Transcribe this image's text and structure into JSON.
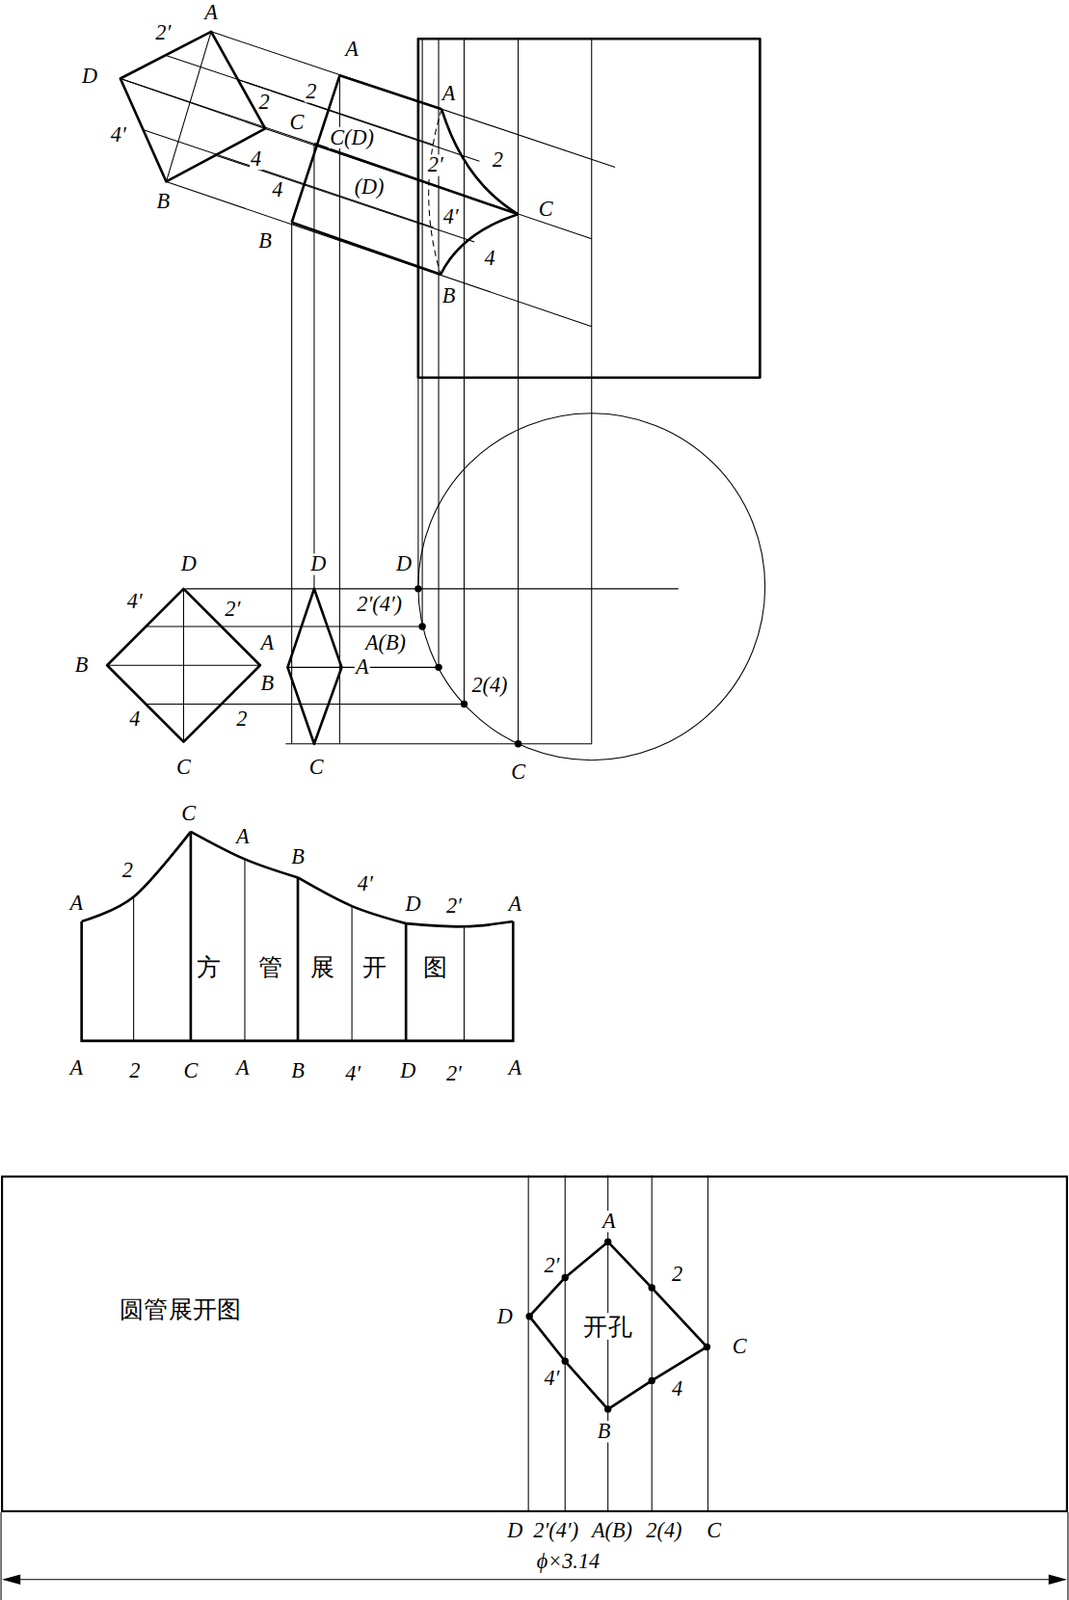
{
  "diagram": {
    "nodes": [
      {
        "text": [
          "方",
          "管",
          "展",
          "开",
          "图"
        ]
      },
      {
        "text": [
          "圆管展开图"
        ]
      },
      {
        "text": [
          "开孔"
        ],
        "in": 1
      }
    ],
    "labels": [
      "2′",
      "A",
      "D",
      "2",
      "C",
      "4′",
      "4",
      "B",
      "A",
      "2",
      "C(D)",
      "4",
      "(D)",
      "B",
      "A",
      "2′",
      "2",
      "C",
      "4′",
      "4",
      "B",
      "D",
      "4′",
      "2′",
      "B",
      "A",
      "B",
      "4",
      "2",
      "C",
      "D",
      "A",
      "C",
      "D",
      "2′(4′)",
      "A(B)",
      "2(4)",
      "C",
      "A",
      "2",
      "C",
      "A",
      "B",
      "4′",
      "D",
      "2′",
      "A",
      "A",
      "2",
      "C",
      "A",
      "B",
      "4′",
      "D",
      "2′",
      "A",
      "A",
      "2′",
      "2",
      "D",
      "C",
      "4′",
      "4",
      "B",
      "D",
      "2′(4′)",
      "A(B)",
      "2(4)",
      "C",
      "ϕ×3.14"
    ]
  }
}
